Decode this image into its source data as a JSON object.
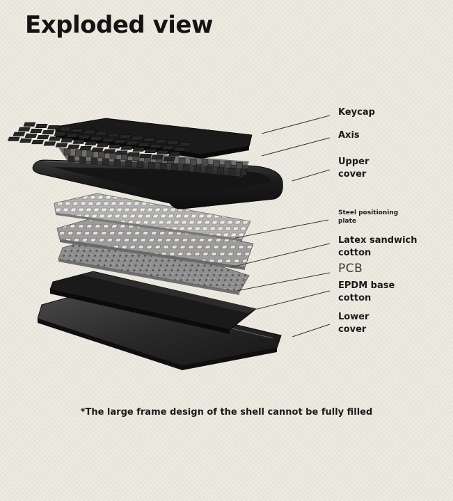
{
  "title": "Exploded view",
  "labels": {
    "keycap": "Keycap",
    "axis": "Axis",
    "upper_cover_1": "Upper",
    "upper_cover_2": "cover",
    "steel_plate_1": "Steel positioning",
    "steel_plate_2": "plate",
    "latex_1": "Latex sandwich",
    "latex_2": "cotton",
    "pcb": "PCB",
    "epdm_1": "EPDM base",
    "epdm_2": "cotton",
    "lower_cover_1": "Lower",
    "lower_cover_2": "cover"
  },
  "footnote": "*The large frame design of the shell cannot be fully filled",
  "colors": {
    "background": "#eeebe1",
    "component_dark": "#1b1b1b",
    "plate_gray": "#a9a9a9",
    "leader_line": "#333333"
  }
}
